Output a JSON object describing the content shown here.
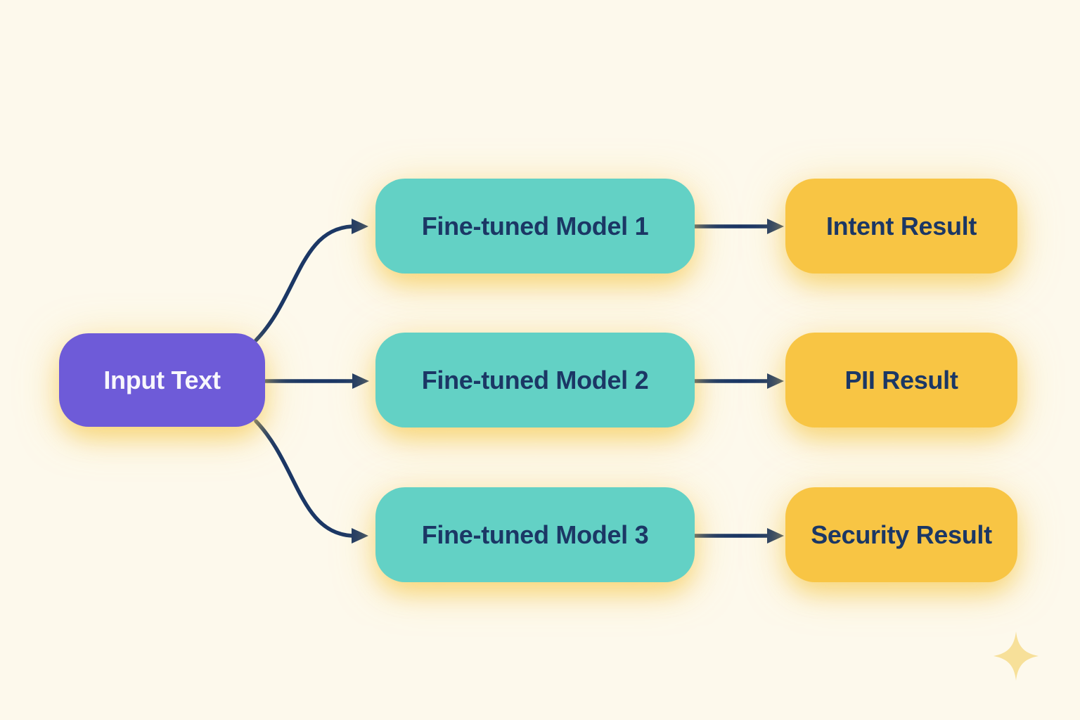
{
  "colors": {
    "background": "#fdf9ec",
    "purple": "#6e5bd8",
    "teal": "#63d1c5",
    "yellow": "#f8c544",
    "navy": "#1b3765",
    "white-text": "#f8f7fc",
    "glow": "rgba(246, 205, 91, 0.60)",
    "sparkle": "#f7e099"
  },
  "diagram": {
    "input": {
      "label": "Input Text"
    },
    "models": [
      {
        "label": "Fine-tuned Model 1"
      },
      {
        "label": "Fine-tuned Model 2"
      },
      {
        "label": "Fine-tuned Model 3"
      }
    ],
    "results": [
      {
        "label": "Intent Result"
      },
      {
        "label": "PII Result"
      },
      {
        "label": "Security Result"
      }
    ]
  }
}
